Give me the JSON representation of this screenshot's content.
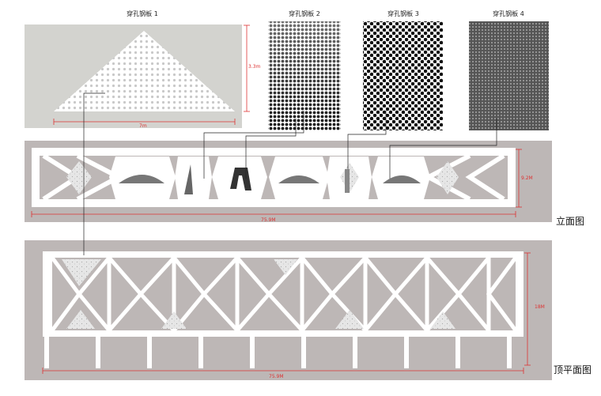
{
  "panels": {
    "p1": {
      "title": "穿孔钢板 1",
      "width_label": "7m",
      "height_label": "3.3m"
    },
    "p2": {
      "title": "穿孔钢板 2"
    },
    "p3": {
      "title": "穿孔钢板 3"
    },
    "p4": {
      "title": "穿孔钢板 4"
    }
  },
  "elevation": {
    "label": "立面图",
    "width_label": "75.9M",
    "height_label": "9.2M"
  },
  "plan": {
    "label": "顶平面图",
    "width_label": "75.9M",
    "height_label": "18M"
  },
  "colors": {
    "dimension": "#dd3333",
    "background_gray": "#bdb7b6",
    "panel_bg": "#d3d3cf"
  }
}
